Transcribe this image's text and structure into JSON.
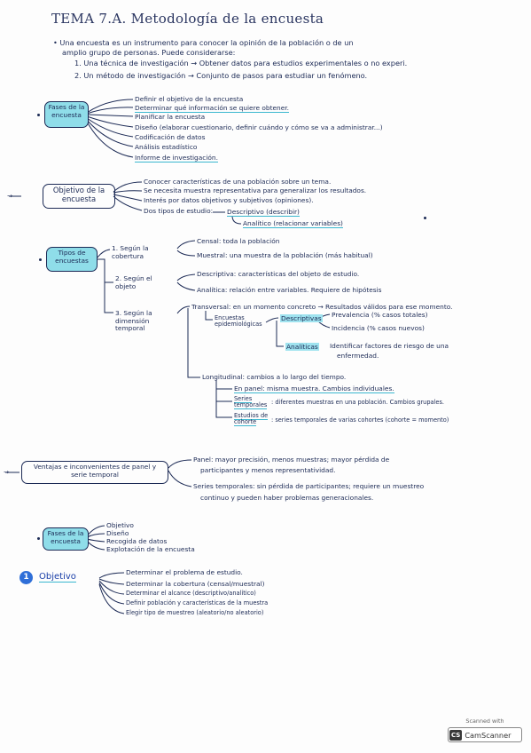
{
  "title": "TEMA 7.A. Metodología de la encuesta",
  "intro": {
    "line1": "• Una encuesta es un instrumento para conocer la opinión de la población o de un",
    "line2": "amplio grupo de personas. Puede considerarse:",
    "item1": "1. Una técnica de investigación → Obtener datos para estudios experimentales o no experi.",
    "item2": "2. Un método de investigación → Conjunto de pasos para estudiar un fenómeno."
  },
  "fases": {
    "label": "Fases de la encuesta",
    "items": [
      "Definir el objetivo de la encuesta",
      "Determinar qué información se quiere obtener.",
      "Planificar la encuesta",
      "Diseño (elaborar cuestionario, definir cuándo y cómo se va a administrar...)",
      "Codificación de datos",
      "Análisis estadístico",
      "Informe de investigación."
    ]
  },
  "objetivo": {
    "label": "Objetivo de la encuesta",
    "items": [
      "Conocer características de una población sobre un tema.",
      "Se necesita muestra representativa para generalizar los resultados.",
      "Interés por datos objetivos y subjetivos (opiniones).",
      "Dos tipos de estudio:"
    ],
    "estudio": [
      "Descriptivo (describir)",
      "Analítico (relacionar variables)"
    ]
  },
  "tipos": {
    "label": "Tipos de encuestas",
    "cobertura": {
      "label": "1. Según la cobertura",
      "items": [
        "Censal: toda la población",
        "Muestral: una muestra de la población (más habitual)"
      ]
    },
    "objeto": {
      "label": "2. Según el objeto",
      "items": [
        "Descriptiva: características del objeto de estudio.",
        "Analítica: relación entre variables. Requiere de hipótesis"
      ]
    },
    "temporal": {
      "label": "3. Según la dimensión temporal",
      "transversal": "Transversal: en un momento concreto → Resultados válidos para ese momento.",
      "epidem": "Encuestas epidemiológicas",
      "descriptivas": "Descriptivas",
      "prevalencia": "Prevalencia (% casos totales)",
      "incidencia": "Incidencia (% casos nuevos)",
      "analiticas": "Analíticas",
      "identificar1": "Identificar factores de riesgo de una",
      "identificar2": "enfermedad.",
      "longitudinal": "Longitudinal: cambios a lo largo del tiempo.",
      "panel": "En panel: misma muestra. Cambios individuales.",
      "series_label": "Series temporales",
      "series": ": diferentes muestras en una población. Cambios grupales.",
      "cohorte_label": "Estudios de cohorte",
      "cohorte": ": series temporales de varias cohortes (cohorte = momento)"
    }
  },
  "ventajas": {
    "label": "Ventajas e inconvenientes de panel y serie temporal",
    "panel1": "Panel: mayor precisión, menos muestras; mayor pérdida de",
    "panel2": "participantes y menos representatividad.",
    "series1": "Series temporales: sin pérdida de participantes; requiere un muestreo",
    "series2": "continuo y pueden haber problemas generacionales."
  },
  "fases2": {
    "label": "Fases de la encuesta",
    "items": [
      "Objetivo",
      "Diseño",
      "Recogida de datos",
      "Explotación de la encuesta"
    ]
  },
  "obj1": {
    "num": "1",
    "label": "Objetivo",
    "items": [
      "Determinar el problema de estudio.",
      "Determinar la cobertura (censal/muestral)",
      "Determinar el alcance (descriptivo/analítico)",
      "Definir población y características de la muestra",
      "Elegir tipo de muestreo (aleatorio/no aleatorio)"
    ]
  },
  "scanner": {
    "top": "Scanned with",
    "badge": "CS",
    "name": "CamScanner"
  }
}
